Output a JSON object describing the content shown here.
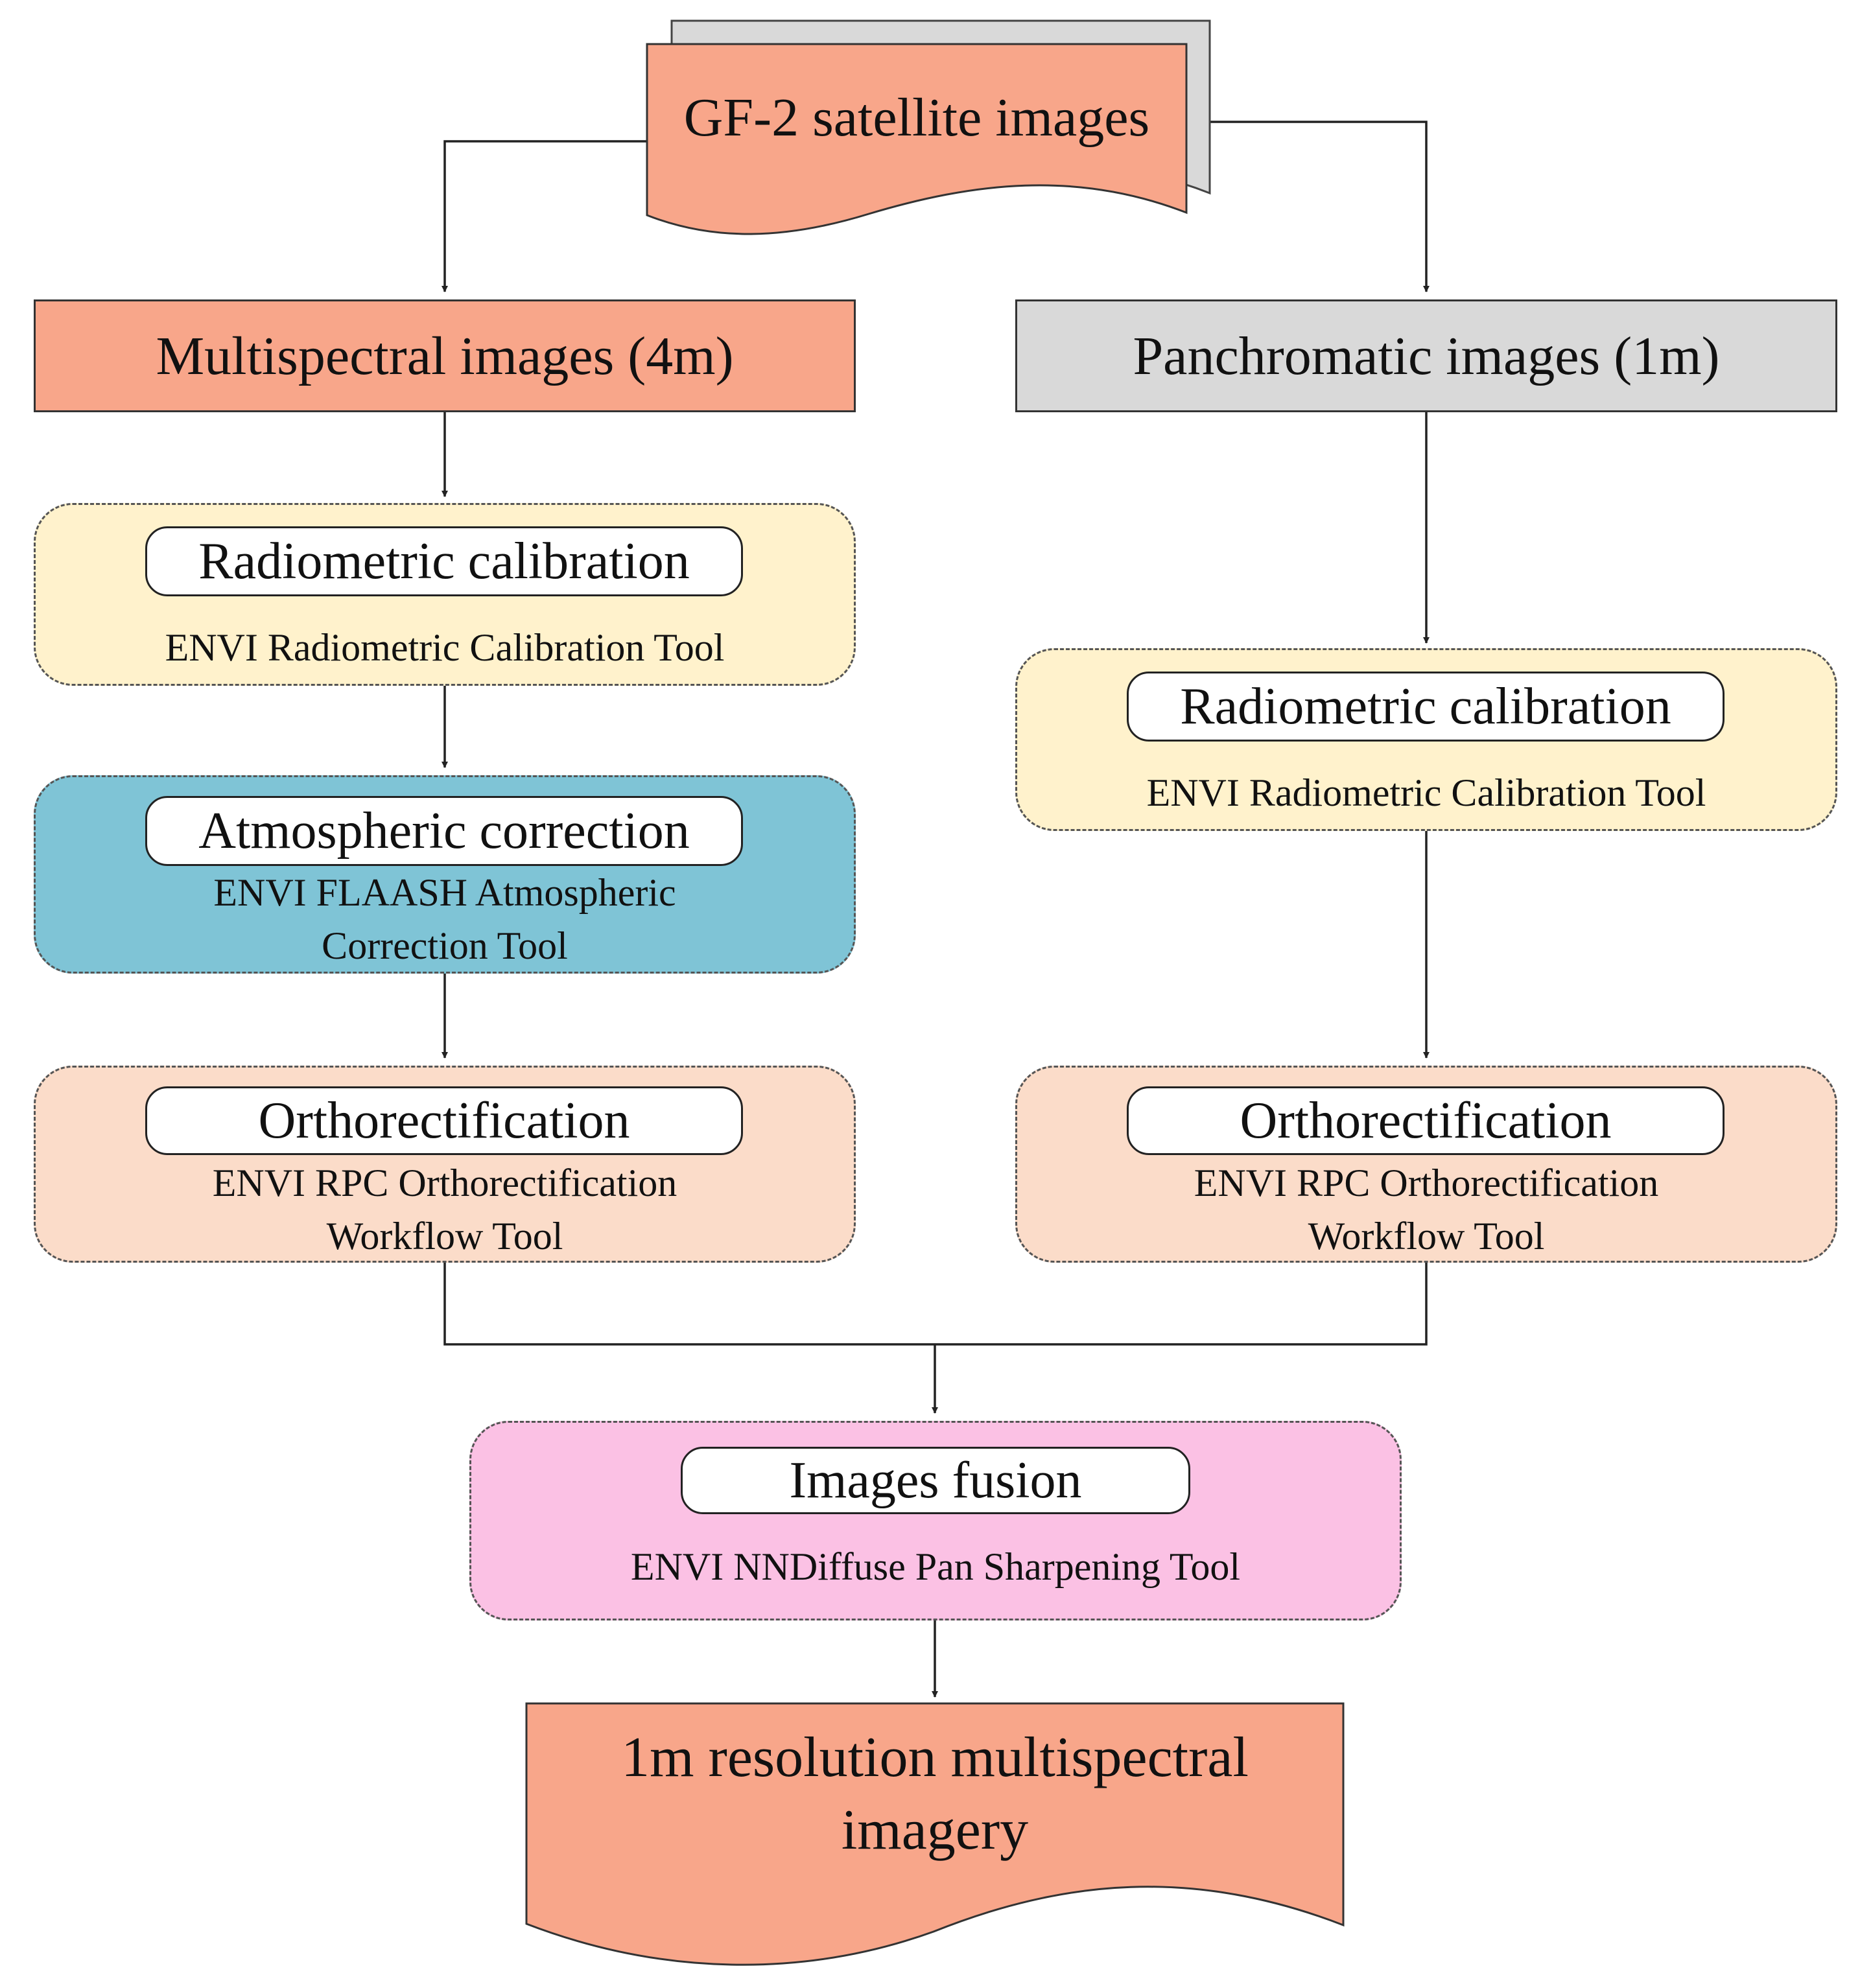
{
  "colors": {
    "salmon": "#f8a68a",
    "gray": "#d9d9d9",
    "yellow": "#fff2cc",
    "teal": "#7fc4d6",
    "peach": "#fbdcc9",
    "pink": "#fbc1e4",
    "line": "#222222"
  },
  "source": {
    "label": "GF-2 satellite images"
  },
  "multispectral": {
    "label": "Multispectral images (4m)"
  },
  "panchromatic": {
    "label": "Panchromatic images (1m)"
  },
  "left_steps": {
    "radiometric": {
      "title": "Radiometric calibration",
      "tool": "ENVI Radiometric Calibration Tool"
    },
    "atmospheric": {
      "title": "Atmospheric correction",
      "tool_line1": "ENVI FLAASH Atmospheric",
      "tool_line2": "Correction Tool"
    },
    "ortho": {
      "title": "Orthorectification",
      "tool_line1": "ENVI RPC Orthorectification",
      "tool_line2": "Workflow Tool"
    }
  },
  "right_steps": {
    "radiometric": {
      "title": "Radiometric calibration",
      "tool": "ENVI Radiometric Calibration Tool"
    },
    "ortho": {
      "title": "Orthorectification",
      "tool_line1": "ENVI RPC Orthorectification",
      "tool_line2": "Workflow Tool"
    }
  },
  "fusion": {
    "title": "Images fusion",
    "tool": "ENVI NNDiffuse Pan Sharpening Tool"
  },
  "output": {
    "line1": "1m resolution multispectral",
    "line2": "imagery"
  }
}
